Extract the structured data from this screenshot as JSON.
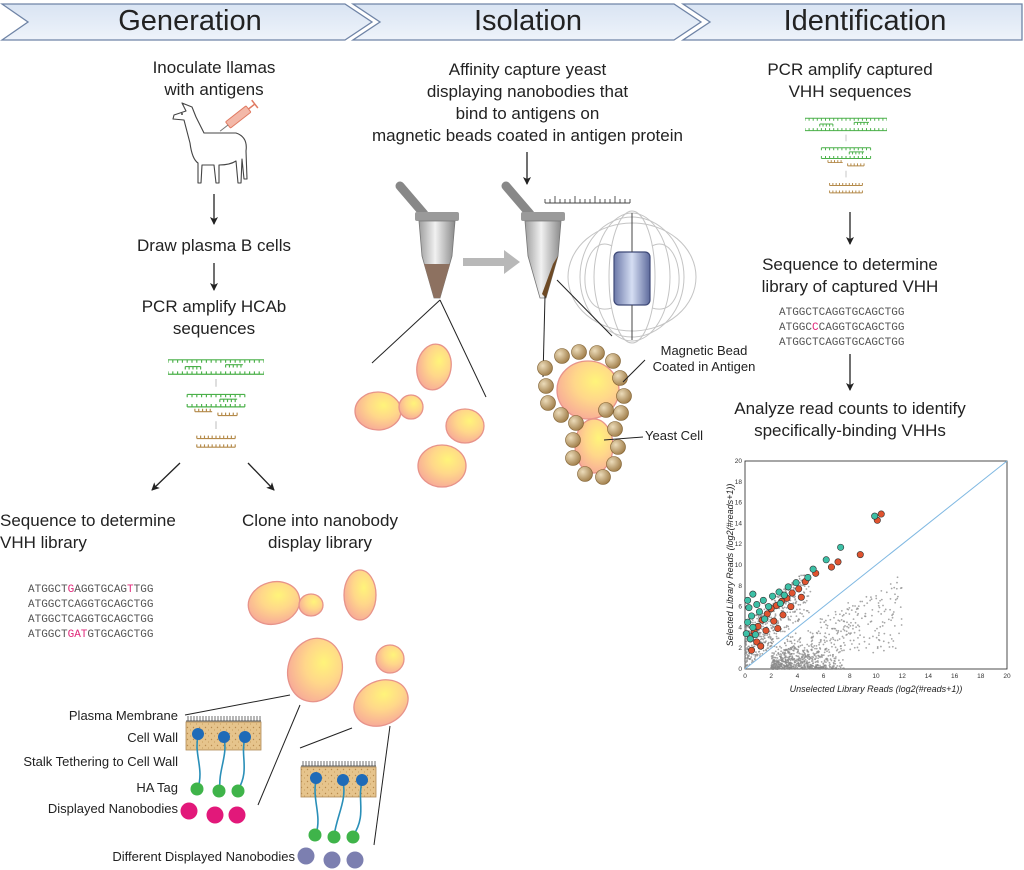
{
  "stages": {
    "generation": "Generation",
    "isolation": "Isolation",
    "identification": "Identification"
  },
  "generation": {
    "step1": "Inoculate llamas\nwith antigens",
    "step2": "Draw plasma B cells",
    "step3": "PCR amplify HCAb\nsequences",
    "branch_left": "Sequence to determine\nVHH library",
    "branch_right": "Clone into nanobody\ndisplay library",
    "sequences": [
      [
        [
          "ATGGCT",
          ""
        ],
        [
          "G",
          "hl"
        ],
        [
          "AGGTGCAG",
          ""
        ],
        [
          "T",
          "hl"
        ],
        [
          "TGG",
          ""
        ]
      ],
      [
        [
          "ATGGCTCAGGTGCAGCTGG",
          ""
        ]
      ],
      [
        [
          "ATGGCTCAGGTGCAGCTGG",
          ""
        ]
      ],
      [
        [
          "ATGGCT",
          ""
        ],
        [
          "GAT",
          "hl"
        ],
        [
          "GTGCAGCTGG",
          ""
        ]
      ]
    ],
    "labels": {
      "plasma_membrane": "Plasma Membrane",
      "cell_wall": "Cell Wall",
      "stalk": "Stalk Tethering to Cell Wall",
      "ha_tag": "HA Tag",
      "displayed": "Displayed Nanobodies",
      "different": "Different Displayed Nanobodies"
    }
  },
  "isolation": {
    "step1": "Affinity capture yeast\ndisplaying nanobodies that\nbind to antigens on\nmagnetic beads coated in antigen protein",
    "bead_label": "Magnetic Bead\nCoated in Antigen",
    "yeast_label": "Yeast Cell"
  },
  "identification": {
    "step1": "PCR amplify captured\nVHH sequences",
    "step2": "Sequence to determine\nlibrary of captured VHH",
    "sequences": [
      [
        [
          "ATGGCTCAGGTGCAGCTGG",
          ""
        ]
      ],
      [
        [
          "ATGGC",
          ""
        ],
        [
          "C",
          "hl"
        ],
        [
          "CAGGTGCAGCTGG",
          ""
        ]
      ],
      [
        [
          "ATGGCTCAGGTGCAGCTGG",
          ""
        ]
      ]
    ],
    "step3": "Analyze read counts to identify\nspecifically-binding VHHs"
  },
  "chart_data": {
    "type": "scatter",
    "xlabel": "Unselected Library Reads (log2(#reads+1))",
    "ylabel": "Selected Library Reads (log2(#reads+1))",
    "xlim": [
      0,
      20
    ],
    "ylim": [
      0,
      20
    ],
    "xticks": [
      0,
      2,
      4,
      6,
      8,
      10,
      12,
      14,
      16,
      18,
      20
    ],
    "yticks": [
      0,
      2,
      4,
      6,
      8,
      10,
      12,
      14,
      16,
      18,
      20
    ],
    "diagonal": true,
    "series": [
      {
        "color": "#e0532f",
        "points": [
          [
            10.4,
            14.9
          ],
          [
            10.1,
            14.3
          ],
          [
            8.8,
            11.0
          ],
          [
            7.1,
            10.3
          ],
          [
            6.6,
            9.8
          ],
          [
            5.4,
            9.2
          ],
          [
            4.6,
            8.4
          ],
          [
            4.1,
            7.7
          ],
          [
            3.6,
            7.3
          ],
          [
            3.2,
            6.8
          ],
          [
            2.8,
            6.5
          ],
          [
            2.4,
            6.1
          ],
          [
            2.0,
            5.8
          ],
          [
            1.7,
            5.3
          ],
          [
            1.3,
            4.7
          ],
          [
            1.0,
            4.1
          ],
          [
            0.7,
            3.6
          ],
          [
            0.4,
            3.1
          ],
          [
            2.2,
            4.6
          ],
          [
            2.9,
            5.2
          ],
          [
            1.6,
            3.7
          ],
          [
            0.9,
            2.6
          ],
          [
            3.5,
            6.0
          ],
          [
            4.3,
            6.9
          ],
          [
            2.5,
            3.9
          ],
          [
            1.2,
            2.2
          ],
          [
            0.5,
            1.8
          ]
        ]
      },
      {
        "color": "#3cc0a6",
        "points": [
          [
            9.9,
            14.7
          ],
          [
            7.3,
            11.7
          ],
          [
            6.2,
            10.5
          ],
          [
            5.2,
            9.6
          ],
          [
            4.8,
            8.8
          ],
          [
            3.9,
            8.3
          ],
          [
            3.3,
            7.9
          ],
          [
            2.6,
            7.4
          ],
          [
            2.1,
            7.0
          ],
          [
            1.4,
            6.6
          ],
          [
            0.9,
            6.2
          ],
          [
            0.3,
            5.9
          ],
          [
            0.5,
            5.1
          ],
          [
            0.2,
            4.5
          ],
          [
            1.1,
            5.5
          ],
          [
            1.8,
            6.0
          ],
          [
            0.6,
            4.0
          ],
          [
            0.1,
            3.4
          ],
          [
            0.4,
            2.9
          ],
          [
            2.7,
            6.3
          ],
          [
            1.5,
            4.8
          ],
          [
            0.8,
            3.3
          ],
          [
            3.0,
            7.1
          ],
          [
            0.2,
            6.6
          ],
          [
            0.6,
            7.2
          ]
        ]
      }
    ]
  }
}
